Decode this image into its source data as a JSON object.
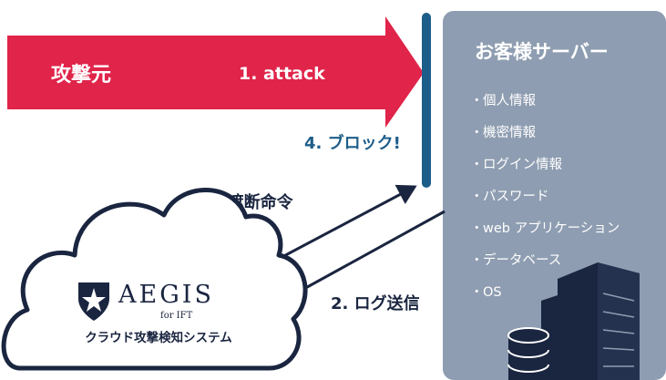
{
  "attack": {
    "source_label": "攻撃元",
    "step_label": "1. attack"
  },
  "server": {
    "title": "お客様サーバー",
    "bullet": "・",
    "items": [
      "個人情報",
      "機密情報",
      "ログイン情報",
      "パスワード",
      "web アプリケーション",
      "データベース",
      "OS"
    ]
  },
  "firewall": {
    "step_label": "4. ブロック!"
  },
  "flows": {
    "block_command": "3. 遮断命令",
    "log_send": "2. ログ送信"
  },
  "cloud": {
    "logo_text": "AEGIS",
    "logo_sub": "for IFT",
    "caption": "クラウド攻撃検知システム"
  },
  "colors": {
    "attack_red": "#e0244a",
    "server_panel": "#8e9db1",
    "firewall_blue": "#1d5d89",
    "navy": "#1a2540"
  }
}
